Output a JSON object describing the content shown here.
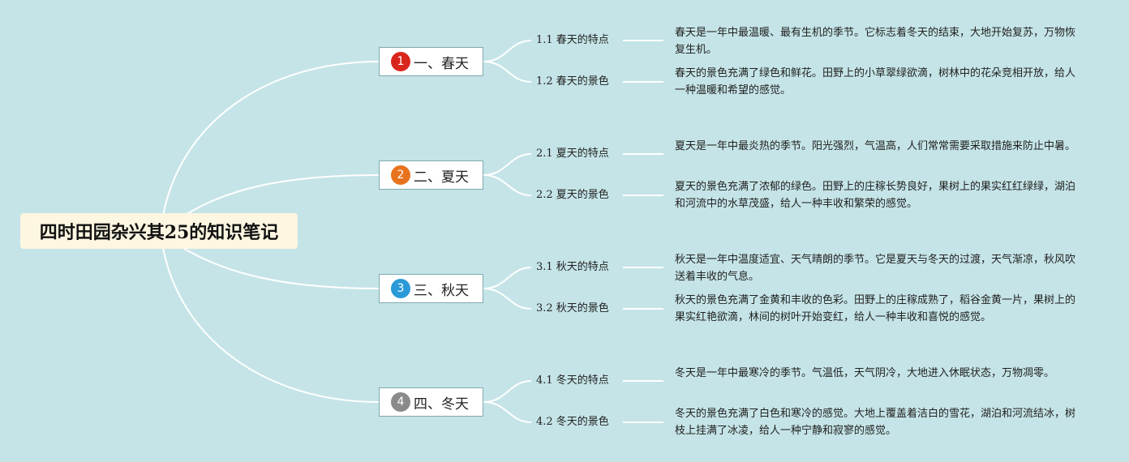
{
  "root": {
    "title": "四时田园杂兴其25的知识笔记"
  },
  "branches": [
    {
      "badge": "1",
      "badge_color": "#d9261c",
      "label": "一、春天",
      "items": [
        {
          "label": "1.1 春天的特点",
          "text": "春天是一年中最温暖、最有生机的季节。它标志着冬天的结束，大地开始复苏，万物恢复生机。"
        },
        {
          "label": "1.2 春天的景色",
          "text": "春天的景色充满了绿色和鲜花。田野上的小草翠绿欲滴，树林中的花朵竞相开放，给人一种温暖和希望的感觉。"
        }
      ]
    },
    {
      "badge": "2",
      "badge_color": "#e8731e",
      "label": "二、夏天",
      "items": [
        {
          "label": "2.1 夏天的特点",
          "text": "夏天是一年中最炎热的季节。阳光强烈，气温高，人们常常需要采取措施来防止中暑。"
        },
        {
          "label": "2.2 夏天的景色",
          "text": "夏天的景色充满了浓郁的绿色。田野上的庄稼长势良好，果树上的果实红红绿绿，湖泊和河流中的水草茂盛，给人一种丰收和繁荣的感觉。"
        }
      ]
    },
    {
      "badge": "3",
      "badge_color": "#2a9ad8",
      "label": "三、秋天",
      "items": [
        {
          "label": "3.1 秋天的特点",
          "text": "秋天是一年中温度适宜、天气晴朗的季节。它是夏天与冬天的过渡，天气渐凉，秋风吹送着丰收的气息。"
        },
        {
          "label": "3.2 秋天的景色",
          "text": "秋天的景色充满了金黄和丰收的色彩。田野上的庄稼成熟了，稻谷金黄一片，果树上的果实红艳欲滴，林间的树叶开始变红，给人一种丰收和喜悦的感觉。"
        }
      ]
    },
    {
      "badge": "4",
      "badge_color": "#8a8a8a",
      "label": "四、冬天",
      "items": [
        {
          "label": "4.1 冬天的特点",
          "text": "冬天是一年中最寒冷的季节。气温低，天气阴冷，大地进入休眠状态，万物凋零。"
        },
        {
          "label": "4.2 冬天的景色",
          "text": "冬天的景色充满了白色和寒冷的感觉。大地上覆盖着洁白的雪花，湖泊和河流结冰，树枝上挂满了冰凌，给人一种宁静和寂寥的感觉。"
        }
      ]
    }
  ]
}
